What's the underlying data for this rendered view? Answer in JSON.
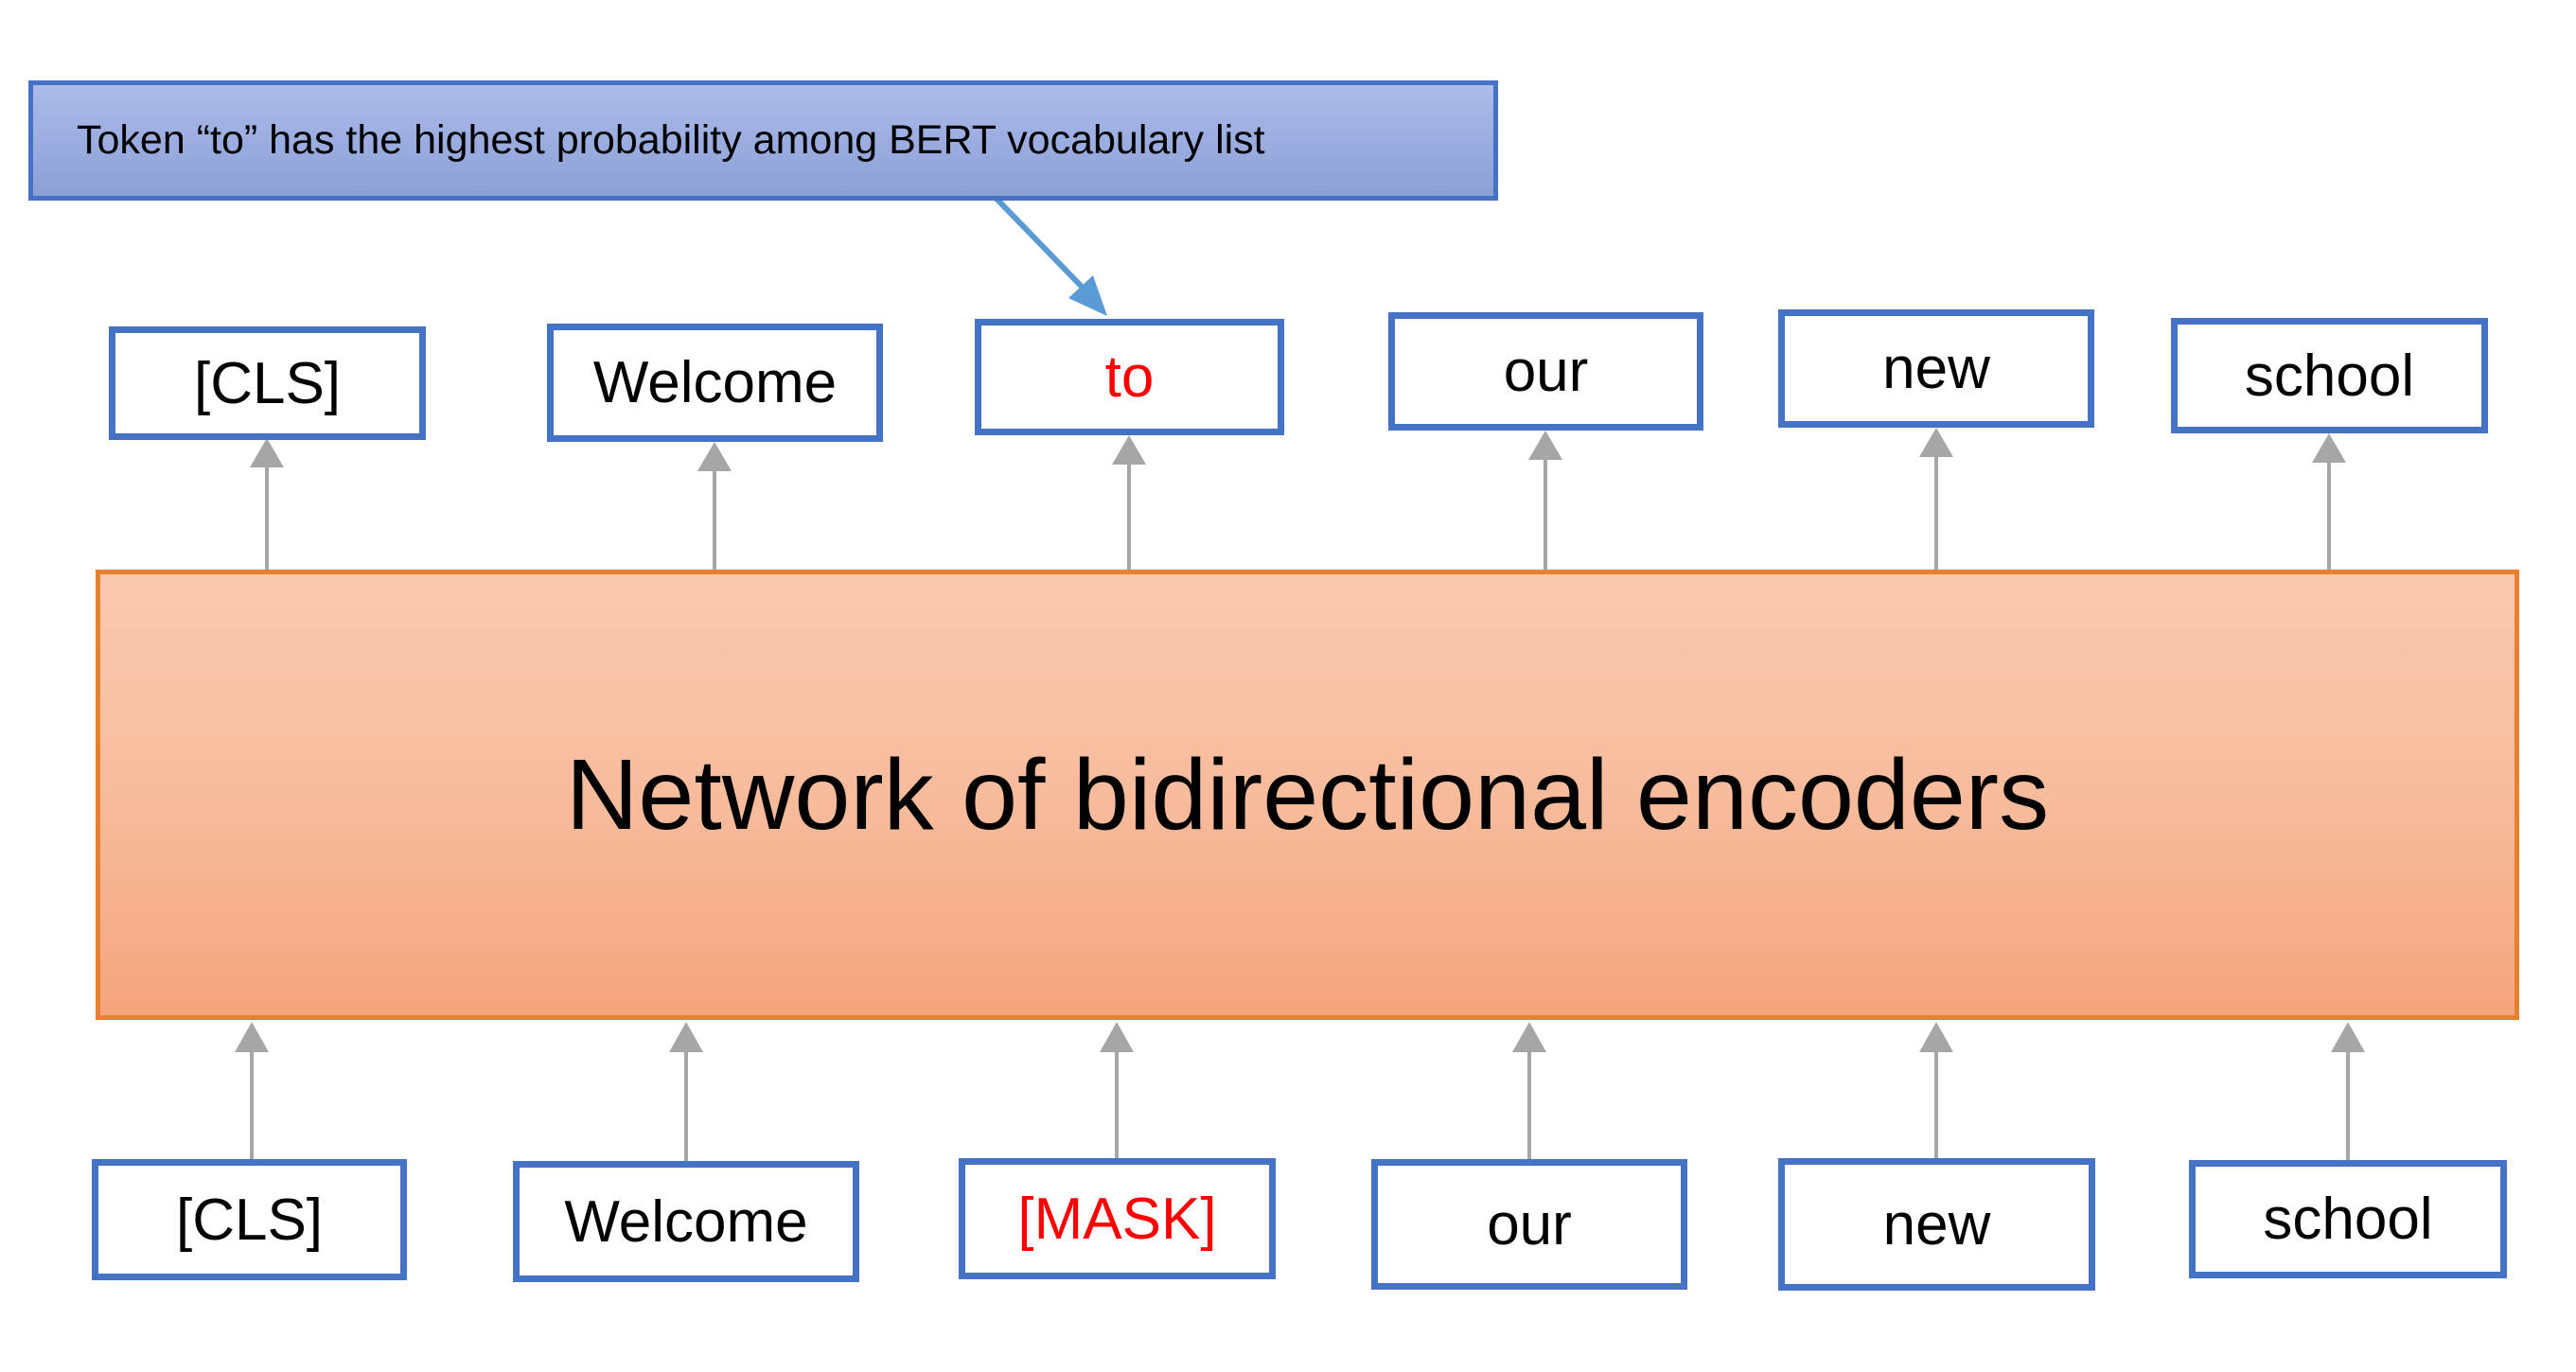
{
  "callout": {
    "text": "Token “to” has the highest probability among BERT vocabulary list"
  },
  "encoder": {
    "label": "Network of bidirectional encoders"
  },
  "output_row": {
    "description": "predicted tokens emitted above the encoder",
    "tokens": [
      {
        "label": "[CLS]",
        "emphasis": false
      },
      {
        "label": "Welcome",
        "emphasis": false
      },
      {
        "label": "to",
        "emphasis": true
      },
      {
        "label": "our",
        "emphasis": false
      },
      {
        "label": "new",
        "emphasis": false
      },
      {
        "label": "school",
        "emphasis": false
      }
    ]
  },
  "input_row": {
    "description": "input tokens fed into the encoder",
    "tokens": [
      {
        "label": "[CLS]",
        "emphasis": false
      },
      {
        "label": "Welcome",
        "emphasis": false
      },
      {
        "label": "[MASK]",
        "emphasis": true
      },
      {
        "label": "our",
        "emphasis": false
      },
      {
        "label": "new",
        "emphasis": false
      },
      {
        "label": "school",
        "emphasis": false
      }
    ]
  },
  "colors": {
    "token_border_blue": "#4472C4",
    "callout_fill_top": "#ACBBE8",
    "callout_fill_bottom": "#8CA0D6",
    "encoder_border_orange": "#E8812F",
    "encoder_fill_top": "#F9C9B0",
    "encoder_fill_bottom": "#F4A47D",
    "arrow_gray": "#A6A6A6",
    "arrow_blue": "#5B9BD5",
    "highlight_text_red": "#FF0000",
    "text_black": "#000000"
  }
}
